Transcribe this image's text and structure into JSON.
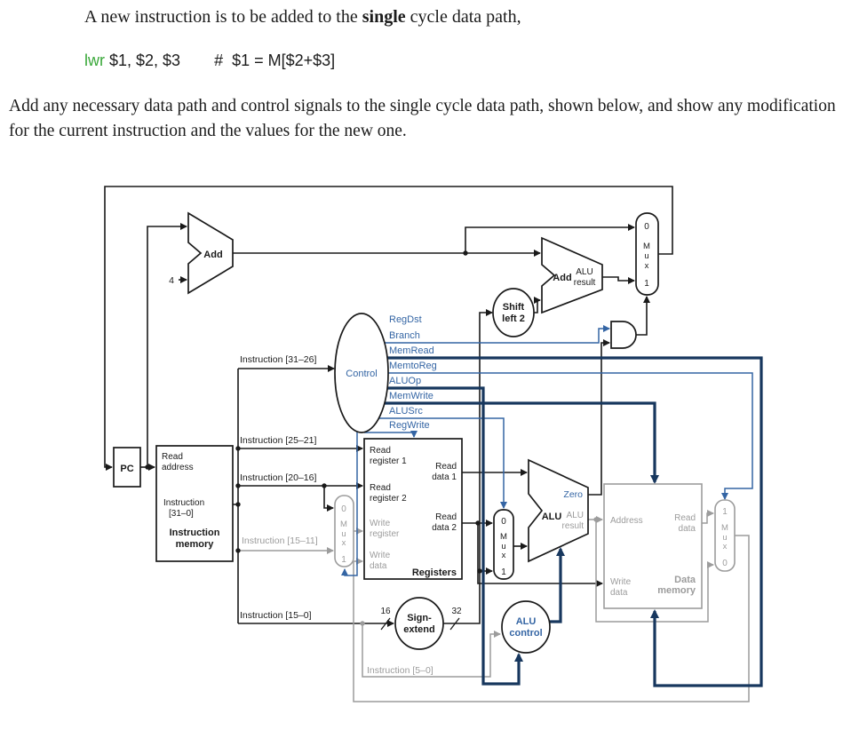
{
  "header": {
    "intro_pre": "A new instruction is to be added to the ",
    "intro_bold": "single",
    "intro_post": " cycle data path,",
    "code_mnemonic": "lwr",
    "code_operands": " $1, $2, $3",
    "code_comment": "#  $1 = M[$2+$3]",
    "body": "Add any necessary data path and control signals to the single cycle data path, shown below, and show any modification for the current instruction and the values for the new one."
  },
  "colors": {
    "control_blue": "#3465a4",
    "heavy_navy": "#17375e",
    "inactive_gray": "#9c9c9c",
    "wire_black": "#1a1a1a",
    "mnemonic_green": "#3aa83a"
  },
  "diagram": {
    "units": {
      "pc": "PC",
      "instruction_memory": [
        "Instruction",
        "memory"
      ],
      "add_pc": "Add",
      "add_branch": "Add",
      "shift_left_2": [
        "Shift",
        "left 2"
      ],
      "control": "Control",
      "registers": "Registers",
      "sign_extend": [
        "Sign-",
        "extend"
      ],
      "alu": "ALU",
      "data_memory": [
        "Data",
        "memory"
      ],
      "alu_control": [
        "ALU",
        "control"
      ]
    },
    "ports": {
      "read_address": [
        "Read",
        "address"
      ],
      "instruction_31_0": [
        "Instruction",
        "[31–0]"
      ],
      "read_register_1": [
        "Read",
        "register 1"
      ],
      "read_register_2": [
        "Read",
        "register 2"
      ],
      "write_register": [
        "Write",
        "register"
      ],
      "write_data_reg": [
        "Write",
        "data"
      ],
      "read_data_1": [
        "Read",
        "data 1"
      ],
      "read_data_2": [
        "Read",
        "data 2"
      ],
      "address": "Address",
      "read_data_mem": [
        "Read",
        "data"
      ],
      "write_data_mem": [
        "Write",
        "data"
      ],
      "alu_result_branch": [
        "ALU",
        "result"
      ],
      "alu_result": [
        "ALU",
        "result"
      ],
      "zero": "Zero"
    },
    "signals": [
      "RegDst",
      "Branch",
      "MemRead",
      "MemtoReg",
      "ALUOp",
      "MemWrite",
      "ALUSrc",
      "RegWrite"
    ],
    "fields": {
      "instr_31_26": "Instruction [31–26]",
      "instr_25_21": "Instruction [25–21]",
      "instr_20_16": "Instruction [20–16]",
      "instr_15_11": "Instruction [15–11]",
      "instr_15_0": "Instruction [15–0]",
      "instr_5_0": "Instruction [5–0]"
    },
    "consts": {
      "four": "4",
      "width_in": "16",
      "width_out": "32",
      "bit0": "0",
      "bit1": "1"
    },
    "mux_letters": [
      "M",
      "u",
      "x"
    ]
  }
}
